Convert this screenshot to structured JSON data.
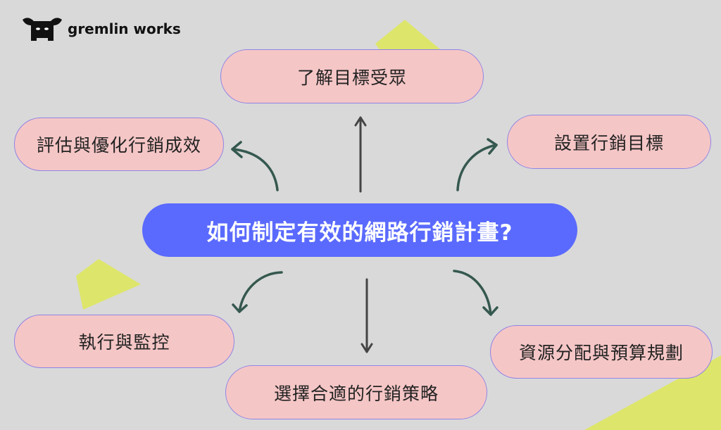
{
  "brand": {
    "name": "gremlin works"
  },
  "colors": {
    "background": "#d9d9d9",
    "center": "#5a6afe",
    "node": "#f5c6c6",
    "node_border": "#8f84e6",
    "arrow_curved": "#35584f",
    "arrow_straight": "#444444",
    "accent_shape": "#dde66a"
  },
  "center": {
    "title": "如何制定有效的網路行銷計畫?"
  },
  "nodes": {
    "top": "了解目標受眾",
    "top_left": "評估與優化行銷成效",
    "top_right": "設置行銷目標",
    "bottom_left": "執行與監控",
    "bottom": "選擇合適的行銷策略",
    "bottom_right": "資源分配與預算規劃"
  }
}
